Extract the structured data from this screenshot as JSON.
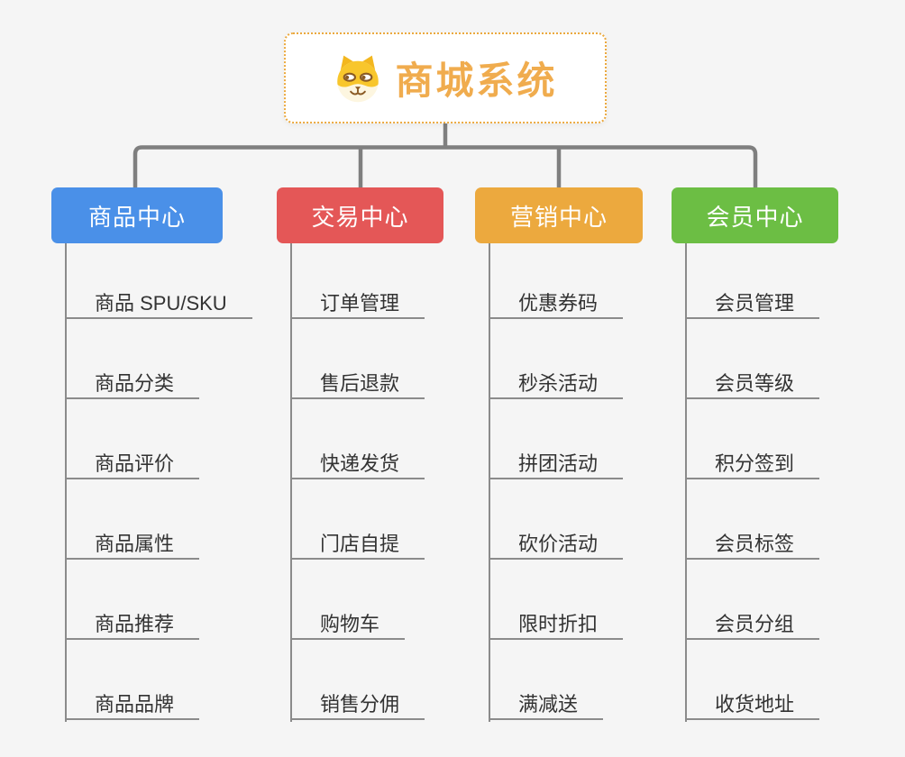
{
  "canvas": {
    "background_color": "#F5F5F5",
    "connector_color": "#7F7F7F",
    "leaf_line_color": "#8B8B8B"
  },
  "root": {
    "title": "商城系统",
    "icon": "shiba-dog-icon",
    "title_color": "#F0AC4E",
    "border_color": "#EBA93F"
  },
  "branches": [
    {
      "label": "商品中心",
      "color": "#4A90E8",
      "items": [
        "商品 SPU/SKU",
        "商品分类",
        "商品评价",
        "商品属性",
        "商品推荐",
        "商品品牌"
      ]
    },
    {
      "label": "交易中心",
      "color": "#E45757",
      "items": [
        "订单管理",
        "售后退款",
        "快递发货",
        "门店自提",
        "购物车",
        "销售分佣"
      ]
    },
    {
      "label": "营销中心",
      "color": "#ECA93E",
      "items": [
        "优惠券码",
        "秒杀活动",
        "拼团活动",
        "砍价活动",
        "限时折扣",
        "满减送"
      ]
    },
    {
      "label": "会员中心",
      "color": "#6CBE44",
      "items": [
        "会员管理",
        "会员等级",
        "积分签到",
        "会员标签",
        "会员分组",
        "收货地址"
      ]
    }
  ]
}
